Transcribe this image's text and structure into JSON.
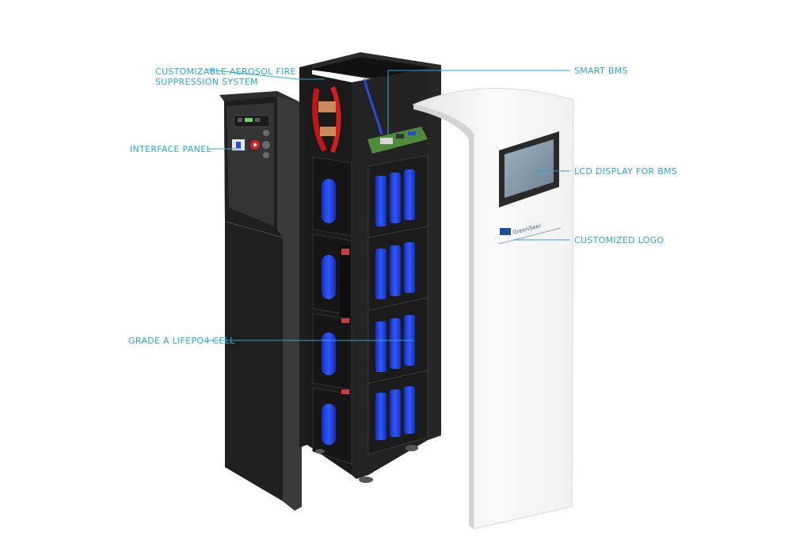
{
  "colors": {
    "callout": "#2aa7d9",
    "cabinet": "#222222",
    "panel": "#2b2b2b",
    "cell_blue": "#1d3fd6",
    "cover": "#f4f4f4",
    "screen": "#7f95a6"
  },
  "callouts": {
    "aerosol": [
      "CUSTOMIZABLE AEROSOL FIRE",
      "SUPPRESSION SYSTEM"
    ],
    "smart_bms": "SMART BMS",
    "interface_panel": "INTERFACE PANEL",
    "lcd_display": "LCD DISPLAY FOR BMS",
    "customized_logo": "CUSTOMIZED LOGO",
    "grade_a_cell": "GRADE A LIFEPO4  CELL"
  },
  "cover": {
    "logo_text": "GreenSeer"
  }
}
